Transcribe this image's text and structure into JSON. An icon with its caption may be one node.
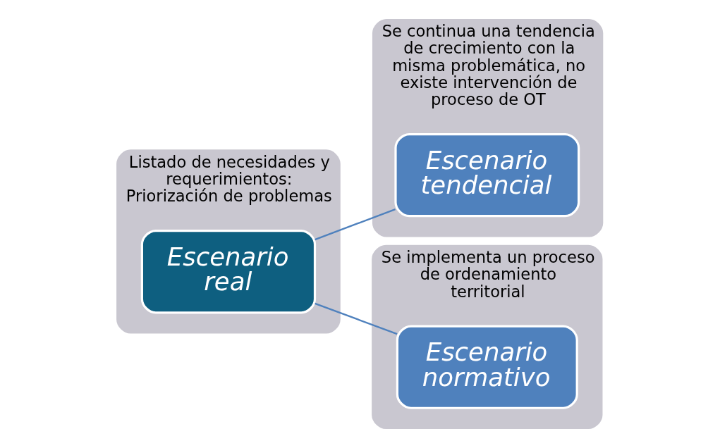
{
  "diagram": {
    "nodes": [
      {
        "text": [
          "Listado de necesidades y requerimientos: Priorización de problemas"
        ]
      },
      {
        "text": [
          "Escenario real"
        ],
        "in": 0
      },
      {
        "text": [
          "Se continua una tendencia de crecimiento con la misma problemática, no existe intervención de proceso de OT"
        ]
      },
      {
        "text": [
          "Escenario tendencial"
        ],
        "in": 2
      },
      {
        "text": [
          "Se implementa un proceso de ordenamiento territorial"
        ]
      },
      {
        "text": [
          "Escenario normativo"
        ],
        "in": 4
      }
    ],
    "edges": [
      {
        "from": 1,
        "to": 3,
        "arrow": "none"
      },
      {
        "from": 1,
        "to": 5,
        "arrow": "none"
      }
    ]
  }
}
